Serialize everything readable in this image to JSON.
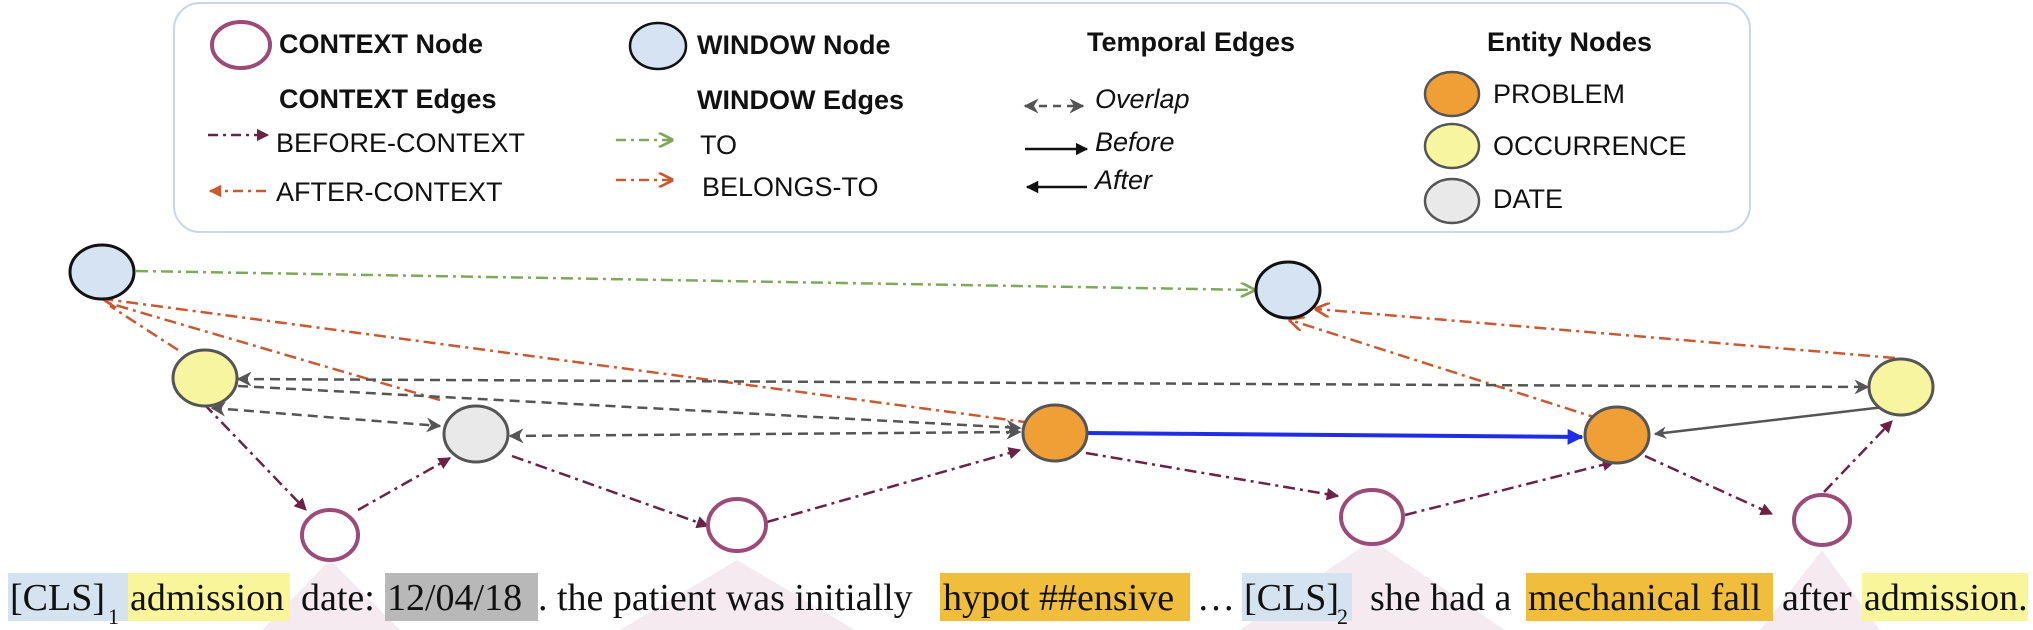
{
  "legend": {
    "context_node": "CONTEXT Node",
    "window_node": "WINDOW Node",
    "temporal_edges_title": "Temporal Edges",
    "entity_nodes_title": "Entity Nodes",
    "context_edges_title": "CONTEXT Edges",
    "window_edges_title": "WINDOW Edges",
    "before_context": "BEFORE-CONTEXT",
    "after_context": "AFTER-CONTEXT",
    "to": "TO",
    "belongs_to": "BELONGS-TO",
    "overlap": "Overlap",
    "before": "Before",
    "after": "After",
    "problem": "PROBLEM",
    "occurrence": "OCCURRENCE",
    "date": "DATE"
  },
  "sentence": {
    "cls1": "[CLS]",
    "cls1_sub": "1",
    "w_admission1": "admission",
    "w_date": "date:",
    "w_datevalue": "12/04/18",
    "w_middle": ". the patient was initially",
    "w_hypot": "hypot ##ensive",
    "w_ellipsis": "…",
    "cls2": "[CLS]",
    "cls2_sub": "2",
    "w_shehad": "she had a",
    "w_fall": "mechanical fall",
    "w_after": "after",
    "w_admission2": "admission."
  },
  "colors": {
    "context_stroke": "#9b4b78",
    "window_fill": "#d6e3f2",
    "problem_fill": "#ef9f35",
    "occurrence_fill": "#f7f5a0",
    "date_fill": "#e9e9e9",
    "before_context_edge": "#6a2347",
    "after_context_edge": "#c85a33",
    "to_edge": "#7fa85a",
    "overlap_edge": "#555555",
    "before_edge": "#1f2ee6",
    "highlight_cls": "#d5e3f0",
    "highlight_occurrence": "#f8f59b",
    "highlight_date": "#b8b8b8",
    "highlight_problem": "#f1bd3d"
  }
}
